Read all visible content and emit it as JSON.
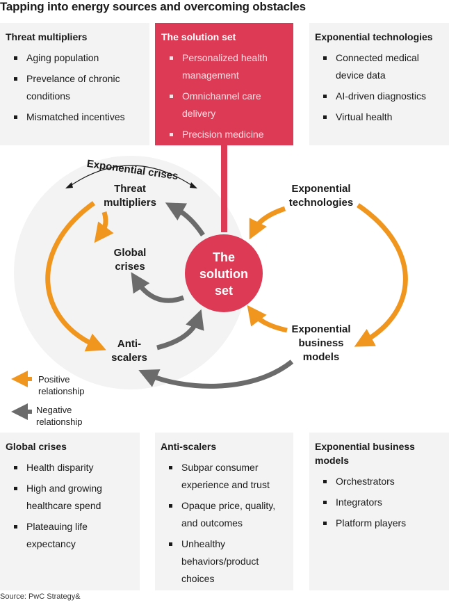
{
  "title": "Tapping into energy sources and overcoming obstacles",
  "boxes": {
    "threat_multipliers": {
      "heading": "Threat multipliers",
      "items": [
        "Aging population",
        "Prevelance of chronic conditions",
        "Mismatched incentives"
      ]
    },
    "solution_set": {
      "heading": "The solution set",
      "items": [
        "Personalized health management",
        "Omnichannel care delivery",
        "Precision medicine"
      ]
    },
    "exponential_technologies": {
      "heading": "Exponential technologies",
      "items": [
        "Connected medical device data",
        "AI-driven diagnostics",
        "Virtual health"
      ]
    },
    "global_crises": {
      "heading": "Global crises",
      "items": [
        "Health disparity",
        "High and growing healthcare spend",
        "Plateauing life expectancy"
      ]
    },
    "anti_scalers": {
      "heading": "Anti-scalers",
      "items": [
        "Subpar consumer experience and trust",
        "Opaque price, quality, and outcomes",
        "Unhealthy behaviors/product choices"
      ]
    },
    "exponential_business_models": {
      "heading": "Exponential business models",
      "items": [
        "Orchestrators",
        "Integrators",
        "Platform players"
      ]
    }
  },
  "diagram": {
    "crises_arc_label": "Exponential crises",
    "threat_multipliers": [
      "Threat",
      "multipliers"
    ],
    "global_crises": [
      "Global",
      "crises"
    ],
    "anti_scalers": [
      "Anti-",
      "scalers"
    ],
    "solution_set": [
      "The",
      "solution",
      "set"
    ],
    "exponential_technologies": [
      "Exponential",
      "technologies"
    ],
    "exponential_business_models": [
      "Exponential",
      "business",
      "models"
    ]
  },
  "legend": {
    "positive": [
      "Positive",
      "relationship"
    ],
    "negative": [
      "Negative",
      "relationship"
    ]
  },
  "colors": {
    "positive": "#f0961e",
    "negative": "#6b6b6b",
    "solution": "#dd3a55",
    "panel": "#f3f3f3"
  },
  "source": "Source: PwC Strategy&"
}
